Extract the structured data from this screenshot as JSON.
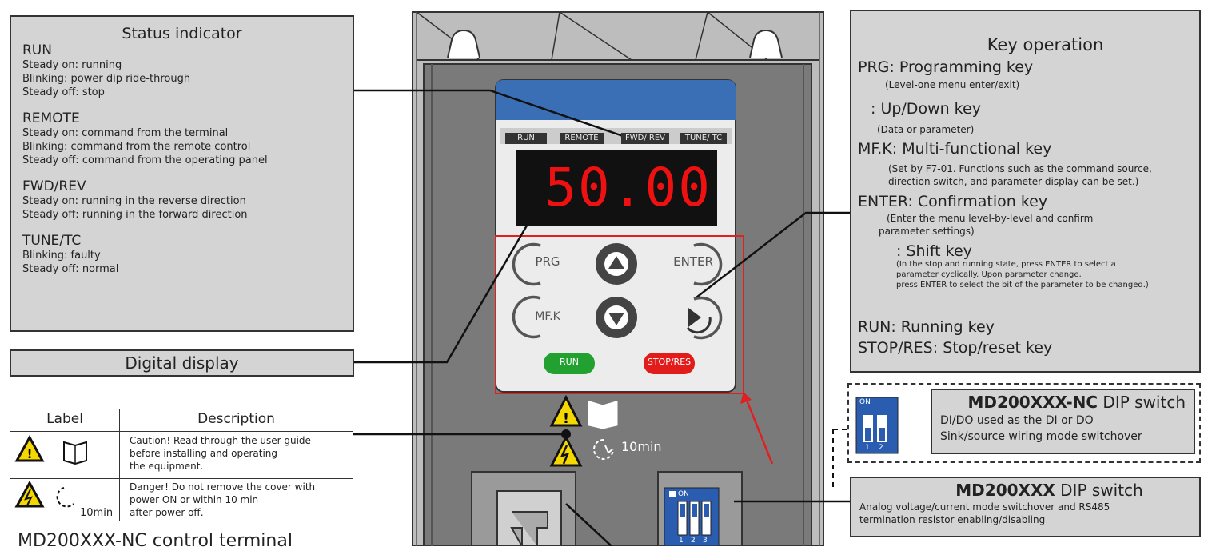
{
  "status_indicator": {
    "title": "Status indicator",
    "run": {
      "head": "RUN",
      "lines": [
        "Steady on: running",
        "Blinking: power dip ride-through",
        "Steady off: stop"
      ]
    },
    "remote": {
      "head": "REMOTE",
      "lines": [
        "Steady on: command from the terminal",
        "Blinking: command from the remote control",
        "Steady off: command from the operating panel"
      ]
    },
    "fwd_rev": {
      "head": "FWD/REV",
      "lines": [
        "Steady on: running in the reverse direction",
        "Steady off: running in the forward direction"
      ]
    },
    "tune_tc": {
      "head": "TUNE/TC",
      "lines": [
        "Blinking: faulty",
        "Steady off: normal"
      ]
    }
  },
  "digital_display_label": "Digital display",
  "label_table": {
    "headers": [
      "Label",
      "Description"
    ],
    "rows": [
      {
        "desc": [
          "Caution! Read through the user guide",
          "before installing and operating",
          "the equipment."
        ]
      },
      {
        "icon_text": "10min",
        "desc": [
          "Danger! Do not remove the cover with",
          "power ON or within 10 min",
          "after power-off."
        ]
      }
    ]
  },
  "bottom_cut_text": "MD200XXX-NC control terminal",
  "panel": {
    "indicators": [
      "RUN",
      "REMOTE",
      "FWD/ REV",
      "TUNE/ TC"
    ],
    "display_value": "50.00",
    "keys": {
      "prg": "PRG",
      "enter": "ENTER",
      "mfk": "MF.K",
      "run": "RUN",
      "stop": "STOP/RES"
    },
    "warning_time": "10min",
    "dip_on": "ON",
    "dip_numbers": [
      "1",
      "2",
      "3"
    ]
  },
  "key_operation": {
    "title": "Key operation",
    "prg_line": "PRG: Programming key",
    "prg_note": "(Level-one menu enter/exit)",
    "updown_line": ": Up/Down key",
    "updown_note": "(Data or parameter)",
    "mfk_line": "MF.K: Multi-functional key",
    "mfk_note": [
      "(Set by F7-01. Functions such as the command source,",
      "direction switch, and parameter display can be set.)"
    ],
    "enter_line": "ENTER: Confirmation key",
    "enter_note": [
      "(Enter the menu level-by-level and confirm",
      "parameter settings)"
    ],
    "shift_line": ":  Shift key",
    "shift_note": [
      "(In the stop and running state, press ENTER to select a",
      "parameter cyclically. Upon parameter change,",
      "press ENTER to select the bit of the parameter to be changed.)"
    ],
    "run_line": "RUN: Running key",
    "stop_line": "STOP/RES: Stop/reset key"
  },
  "dip_nc": {
    "title_bold": "MD200XXX-NC",
    "title_rest": " DIP switch",
    "lines": [
      "DI/DO used as the DI or DO",
      "Sink/source wiring mode switchover"
    ],
    "on": "ON",
    "nums": [
      "1",
      "2"
    ]
  },
  "dip_std": {
    "title_bold": "MD200XXX",
    "title_rest": " DIP switch",
    "lines": [
      "Analog voltage/current mode switchover and RS485",
      "termination resistor enabling/disabling"
    ]
  },
  "colors": {
    "panel_blue": "#3a6fb5",
    "display_red": "#ee1111",
    "run_green": "#22a030",
    "stop_red": "#e21b1b",
    "callout_red": "#e02020",
    "dip_blue": "#2a5db0"
  }
}
